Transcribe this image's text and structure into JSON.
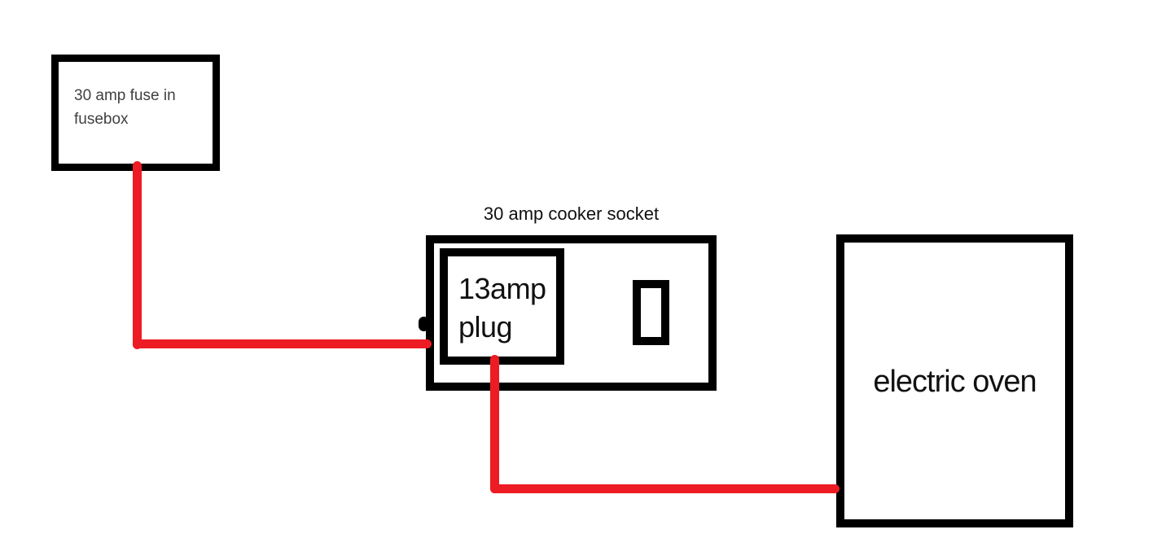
{
  "canvas": {
    "background": "#ffffff"
  },
  "colors": {
    "wire": "#ed1c24",
    "box_border": "#000000",
    "fusebox_text": "#404040",
    "label_text": "#111111"
  },
  "fusebox": {
    "label_line1": "30 amp fuse in",
    "label_line2": "fusebox"
  },
  "cooker_socket": {
    "title": "30 amp cooker socket"
  },
  "plug": {
    "label_line1": "13amp",
    "label_line2": "plug"
  },
  "oven": {
    "label": "electric oven"
  },
  "wires": [
    {
      "name": "fusebox-to-socket"
    },
    {
      "name": "plug-to-oven"
    }
  ]
}
